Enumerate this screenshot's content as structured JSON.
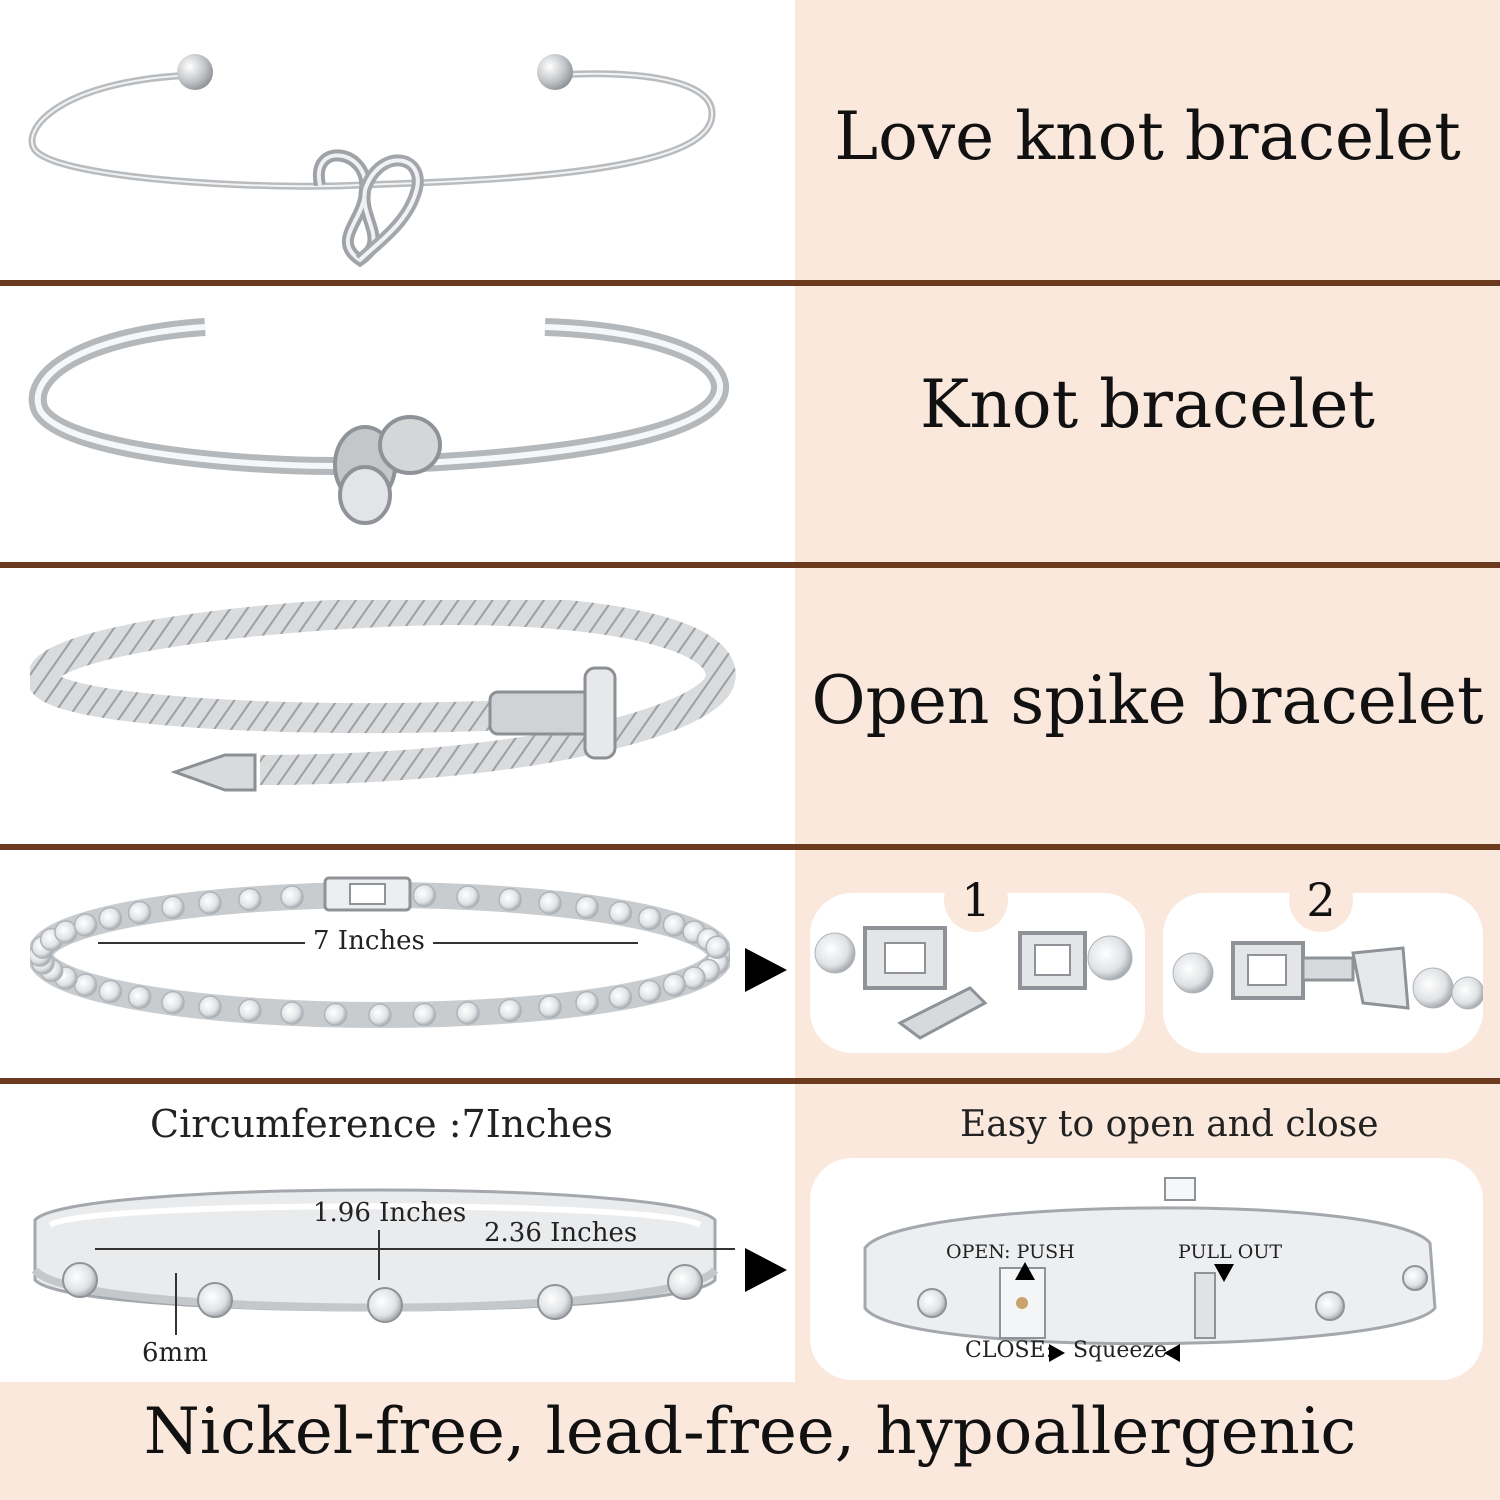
{
  "colors": {
    "peach": "#fbe8dc",
    "divider": "#6b3a1f",
    "silver": "#c8cacc"
  },
  "rows": [
    {
      "label": "Love knot bracelet"
    },
    {
      "label": "Knot bracelet"
    },
    {
      "label": "Open spike bracelet"
    }
  ],
  "tennis": {
    "length_label": "7 Inches",
    "steps": [
      "1",
      "2"
    ]
  },
  "bangle": {
    "circumference_label": "Circumference :7Inches",
    "width_label": "1.96 Inches",
    "length_label": "2.36 Inches",
    "thickness_label": "6mm",
    "open_close_title": "Easy to open and close",
    "open_push": "OPEN: PUSH",
    "pull_out": "PULL OUT",
    "close_label": "CLOSE:",
    "squeeze_label": "Squeeze"
  },
  "footer": {
    "text": "Nickel-free, lead-free, hypoallergenic"
  }
}
